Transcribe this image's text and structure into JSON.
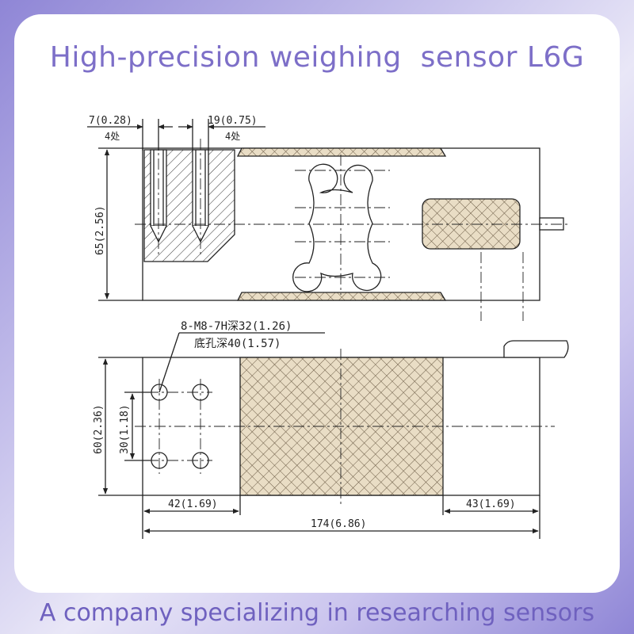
{
  "title": "High-precision weighing  sensor L6G",
  "footer": "A company specializing in researching sensors",
  "colors": {
    "title": "#7d6fc8",
    "footer": "#6f61bf",
    "line": "#222222",
    "mesh_fill": "#e9ddc5",
    "mesh_line": "#6b5b45"
  },
  "top_view": {
    "dim_hole_dia": "7(0.28)",
    "dim_hole_dia_count": "4处",
    "dim_hole_spacing": "19(0.75)",
    "dim_hole_spacing_count": "4处",
    "dim_height": "65(2.56)"
  },
  "bottom_view": {
    "thread_spec": "8-M8-7H深32(1.26)",
    "bore_spec": "底孔深40(1.57)",
    "dim_width": "60(2.36)",
    "dim_hole_pitch": "30(1.18)",
    "dim_left": "42(1.69)",
    "dim_right": "43(1.69)",
    "dim_total": "174(6.86)"
  }
}
